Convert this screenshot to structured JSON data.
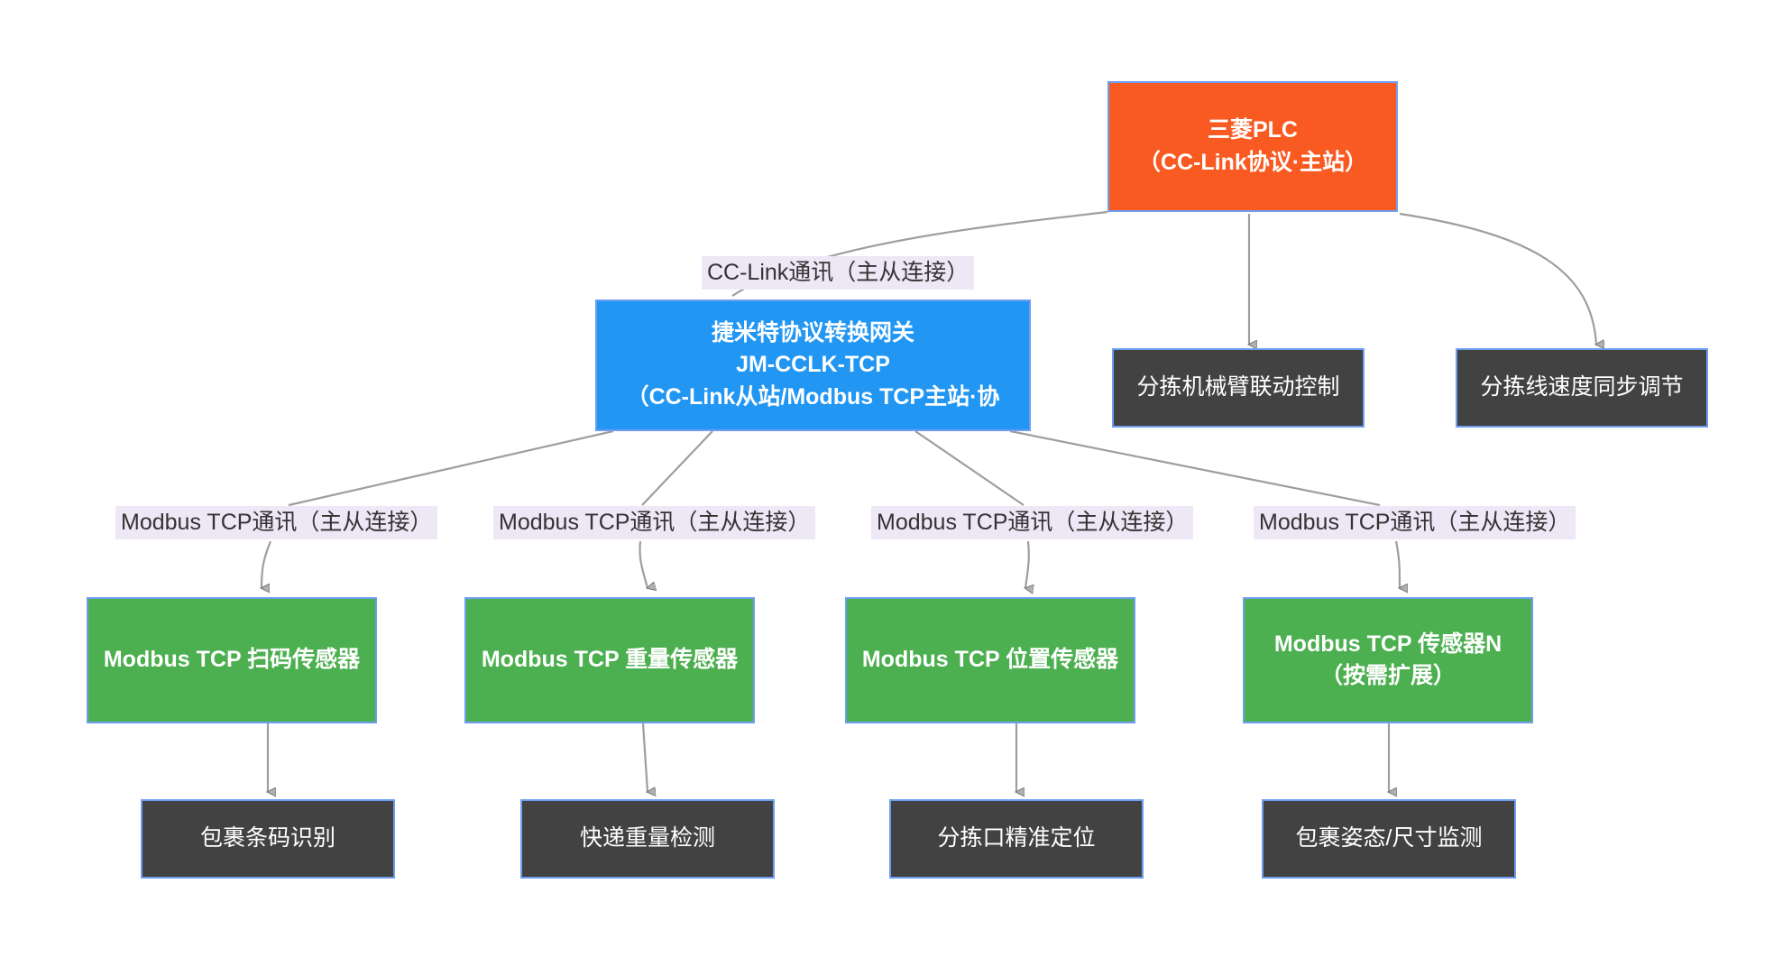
{
  "diagram": {
    "title": "CC-Link to Modbus TCP gateway sorting-line topology",
    "background": "#ffffff",
    "colors": {
      "orange": "#f95a22",
      "blue": "#2196f3",
      "green": "#4caf50",
      "dark": "#424242",
      "node_border": "#6f9ef0",
      "edge_line": "#9e9e9e",
      "edge_label_bg": "#ede7f6",
      "edge_label_text": "#333333",
      "node_text": "#ffffff"
    },
    "nodes": {
      "plc": {
        "lines": [
          "三菱PLC",
          "（CC-Link协议·主站）"
        ],
        "line1": "三菱PLC",
        "line2": "（CC-Link协议·主站）"
      },
      "gateway": {
        "lines": [
          "捷米特协议转换网关",
          "JM-CCLK-TCP",
          "（CC-Link从站/Modbus TCP主站·协"
        ],
        "line1": "捷米特协议转换网关",
        "line2": "JM-CCLK-TCP",
        "line3": "（CC-Link从站/Modbus TCP主站·协"
      },
      "robot_arm": {
        "line1": "分拣机械臂联动控制"
      },
      "line_speed": {
        "line1": "分拣线速度同步调节"
      },
      "sensor_scan": {
        "line1": "Modbus TCP 扫码传感器"
      },
      "sensor_weight": {
        "line1": "Modbus TCP 重量传感器"
      },
      "sensor_position": {
        "line1": "Modbus TCP 位置传感器"
      },
      "sensor_extra": {
        "line1": "Modbus TCP 传感器N",
        "line2": "（按需扩展）"
      },
      "task_barcode": {
        "line1": "包裹条码识别"
      },
      "task_weight": {
        "line1": "快递重量检测"
      },
      "task_position": {
        "line1": "分拣口精准定位"
      },
      "task_posture": {
        "line1": "包裹姿态/尺寸监测"
      }
    },
    "edge_labels": {
      "cclink": "CC-Link通讯（主从连接）",
      "modbus1": "Modbus TCP通讯（主从连接）",
      "modbus2": "Modbus TCP通讯（主从连接）",
      "modbus3": "Modbus TCP通讯（主从连接）",
      "modbus4": "Modbus TCP通讯（主从连接）"
    }
  }
}
